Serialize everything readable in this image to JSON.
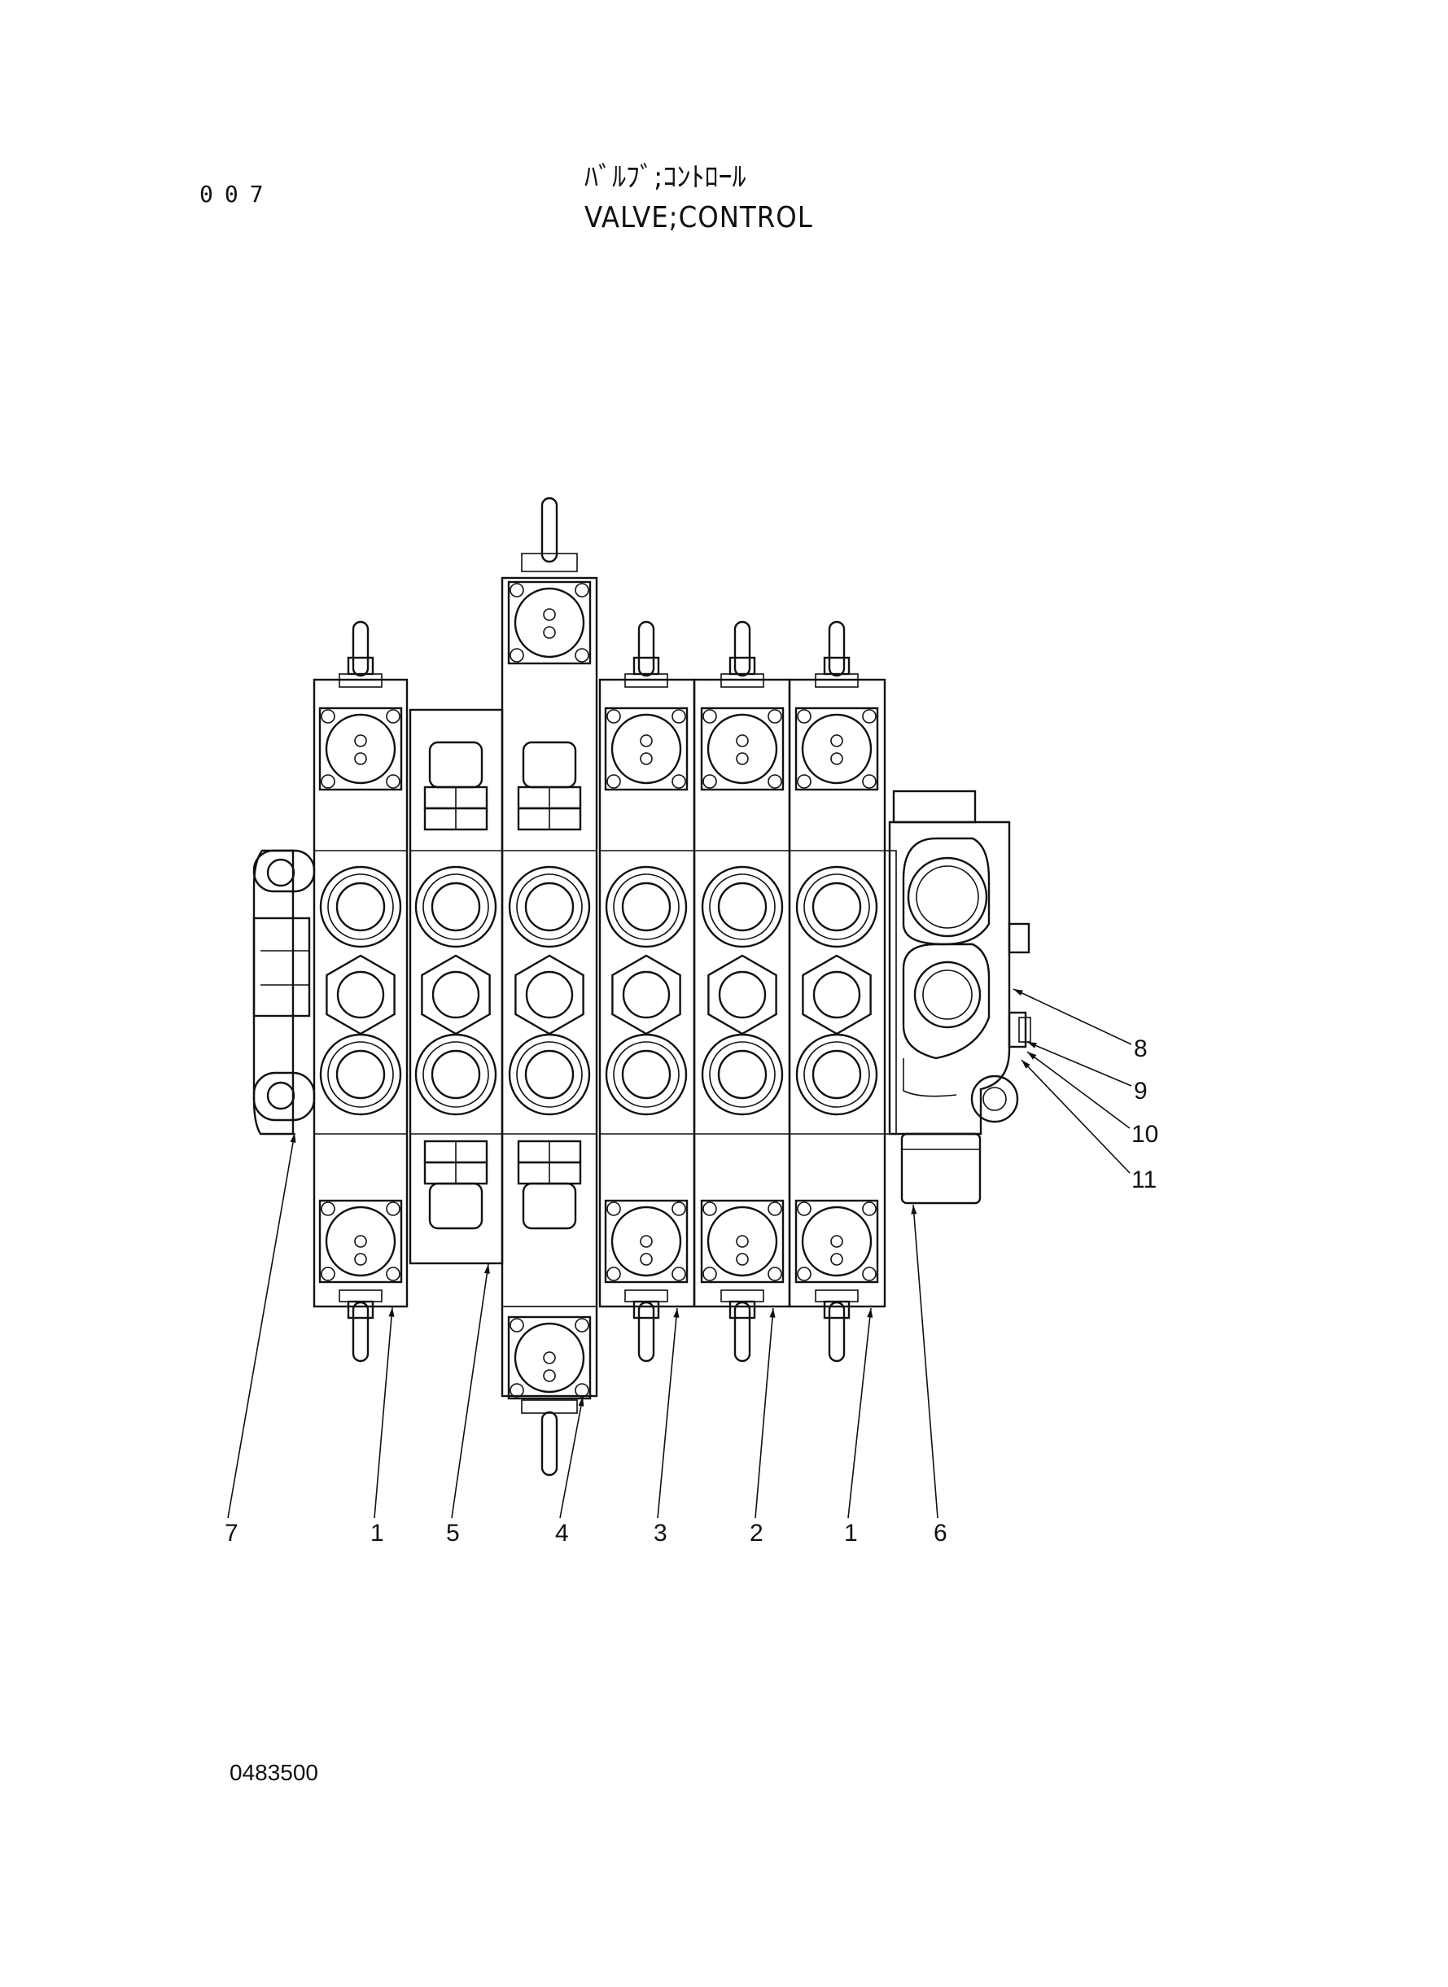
{
  "header": {
    "page_number": "007",
    "title_jp": "ﾊﾞﾙﾌﾞ;ｺﾝﾄﾛｰﾙ",
    "title_en": "VALVE;CONTROL"
  },
  "footer": {
    "doc_code": "0483500"
  },
  "callouts": {
    "bottom": [
      "7",
      "1",
      "5",
      "4",
      "3",
      "2",
      "1",
      "6"
    ],
    "right": [
      "8",
      "9",
      "10",
      "11"
    ]
  }
}
